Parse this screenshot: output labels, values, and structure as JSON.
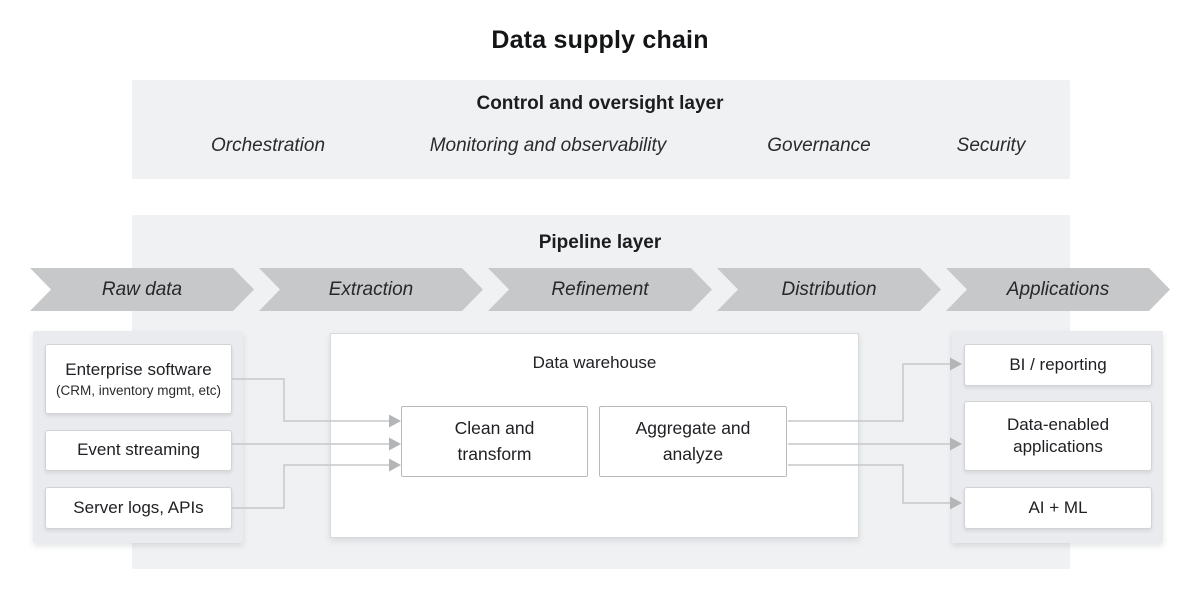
{
  "title": "Data supply chain",
  "control_layer": {
    "title": "Control and oversight layer",
    "items": [
      "Orchestration",
      "Monitoring and observability",
      "Governance",
      "Security"
    ]
  },
  "pipeline_layer": {
    "title": "Pipeline layer",
    "stages": [
      "Raw data",
      "Extraction",
      "Refinement",
      "Distribution",
      "Applications"
    ]
  },
  "sources": {
    "items": [
      {
        "label": "Enterprise software",
        "sublabel": "(CRM, inventory mgmt, etc)"
      },
      {
        "label": "Event streaming"
      },
      {
        "label": "Server logs, APIs"
      }
    ]
  },
  "warehouse": {
    "title": "Data warehouse",
    "steps": [
      "Clean and transform",
      "Aggregate and analyze"
    ]
  },
  "outputs": {
    "items": [
      "BI / reporting",
      "Data-enabled applications",
      "AI + ML"
    ]
  },
  "colors": {
    "panel_bg": "#eff1f3",
    "container_bg": "#e9ebee",
    "chevron_fill": "#c7c8ca",
    "box_border": "#b9babd",
    "connector_line": "#c6c7c9",
    "arrowhead": "#b4b5b7",
    "text": "#202124"
  }
}
